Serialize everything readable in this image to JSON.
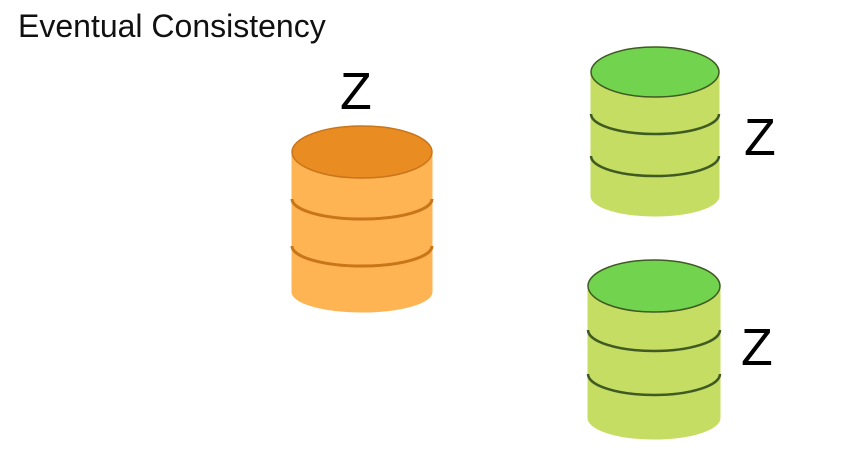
{
  "title": "Eventual Consistency",
  "nodes": [
    {
      "role": "primary",
      "value": "Z",
      "body_color": "#FFB454",
      "top_color": "#E98C22",
      "stroke": "#C9751A"
    },
    {
      "role": "replica",
      "value": "Z",
      "body_color": "#C4DD62",
      "top_color": "#72D34F",
      "stroke": "#3F5A23"
    },
    {
      "role": "replica",
      "value": "Z",
      "body_color": "#C4DD62",
      "top_color": "#72D34F",
      "stroke": "#3F5A23"
    }
  ]
}
